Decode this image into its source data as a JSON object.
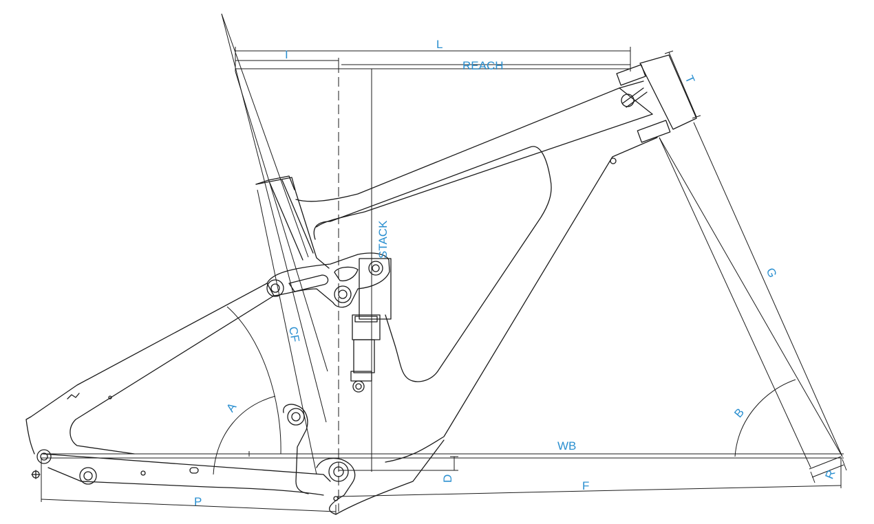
{
  "colors": {
    "line": "#1a1a1a",
    "label": "#2a8fd0",
    "background": "#ffffff"
  },
  "labels": {
    "L": "L",
    "I": "I",
    "REACH": "REACH",
    "T": "T",
    "STACK": "STACK",
    "G": "G",
    "CF": "CF",
    "A": "A",
    "B": "B",
    "WB": "WB",
    "D": "D",
    "F": "F",
    "P": "P",
    "R": "R"
  }
}
